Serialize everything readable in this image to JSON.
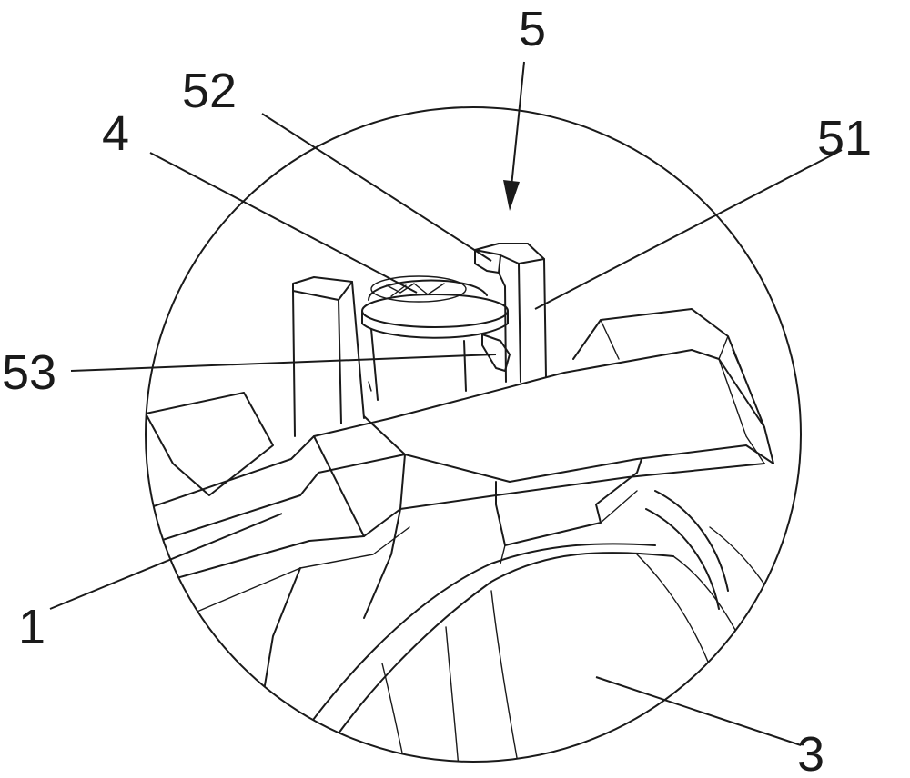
{
  "labels": {
    "ref_5": "5",
    "ref_52": "52",
    "ref_4": "4",
    "ref_51": "51",
    "ref_53": "53",
    "ref_1": "1",
    "ref_3": "3"
  },
  "colors": {
    "line": "#1a1a1a",
    "background": "#ffffff"
  }
}
